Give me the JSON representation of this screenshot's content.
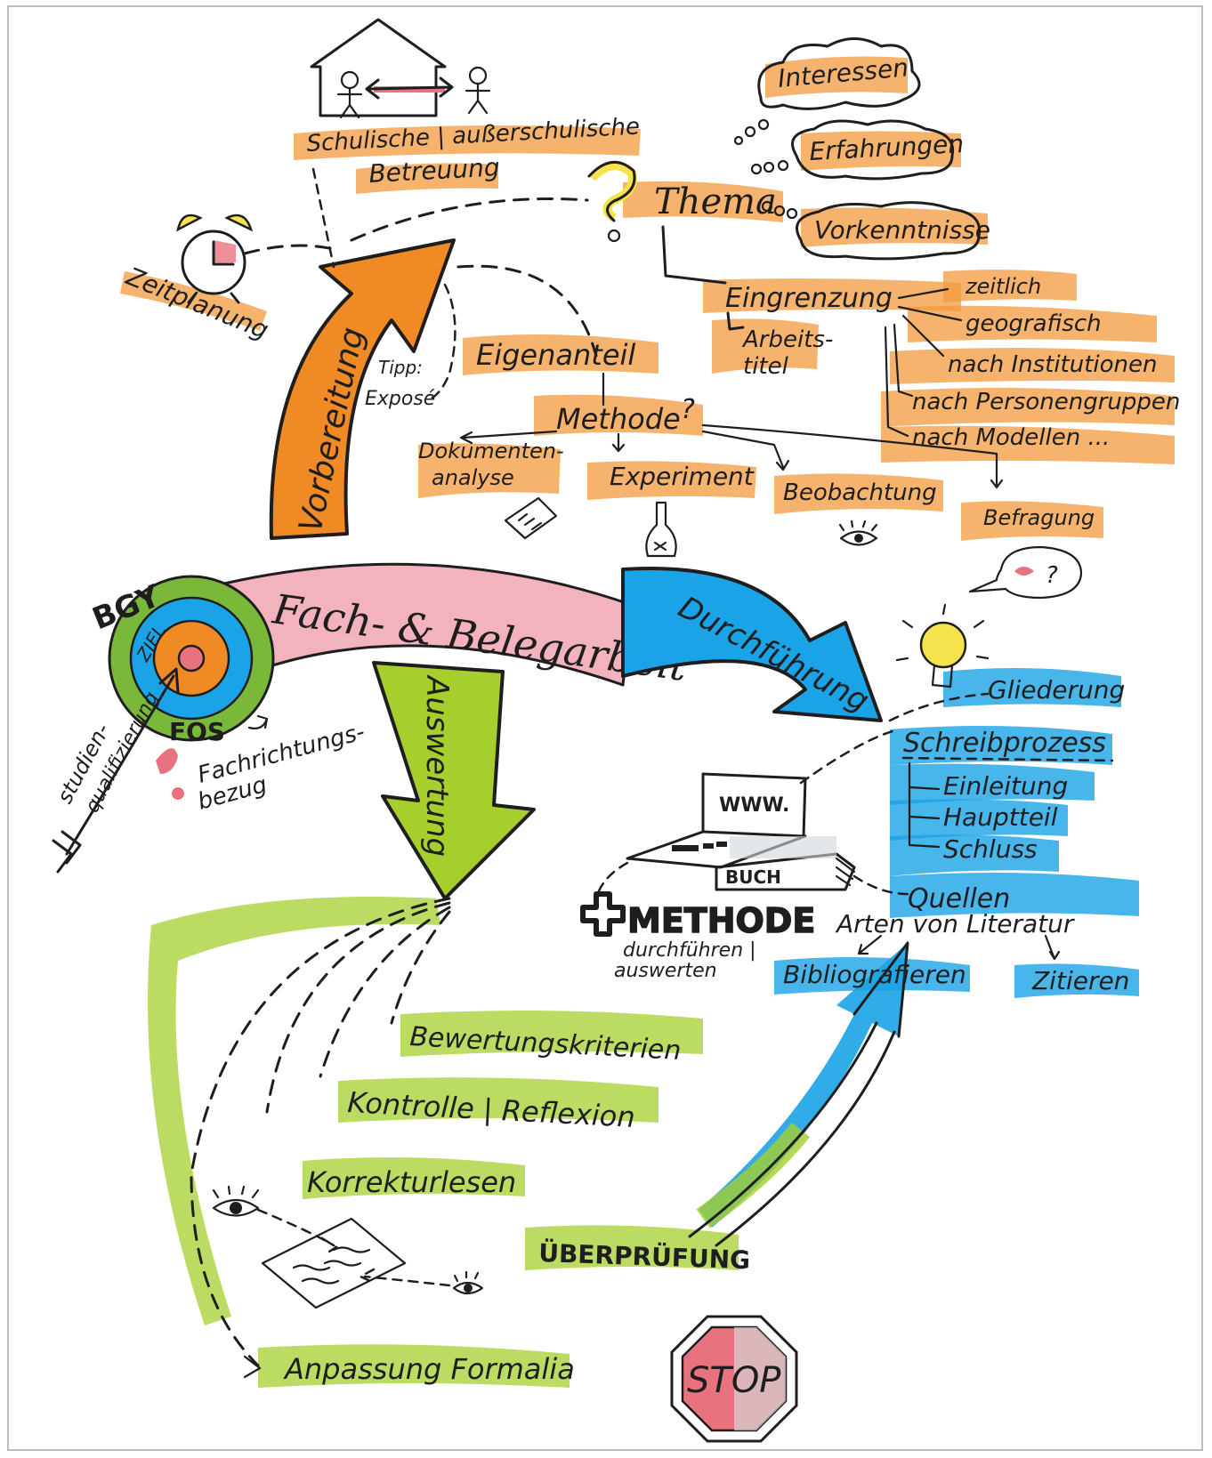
{
  "colors": {
    "orange": "#f08a24",
    "blue": "#1aa3e6",
    "green": "#a6cf2e",
    "red": "#e9727f",
    "ink": "#1e1e1e",
    "yellow": "#f6e24a"
  },
  "icons": [
    "house-icon",
    "person-icon",
    "alarm-clock-icon",
    "question-mark-icon",
    "thought-cloud-icon",
    "document-icon",
    "flask-icon",
    "eye-icon",
    "speech-bubble-icon",
    "light-bulb-icon",
    "laptop-icon",
    "book-icon",
    "plus-icon",
    "target-icon",
    "stop-sign-icon"
  ],
  "center": {
    "title": "Fach- & Belegarbeit"
  },
  "target": {
    "bgy": "BGY",
    "ziel": "ZIEL",
    "fos": "FOS",
    "fachrichtung_1": "Fachrichtungs-",
    "fachrichtung_2": "bezug",
    "studien_1": "studien-",
    "studien_2": "qualifizierung"
  },
  "phases": {
    "vorbereitung": "Vorbereitung",
    "durchfuehrung": "Durchführung",
    "auswertung": "Auswertung"
  },
  "betreuung": {
    "line1": "Schulische | außerschulische",
    "line2": "Betreuung"
  },
  "zeitplanung": "Zeitplanung",
  "tipp": {
    "line1": "Tipp:",
    "line2": "Exposé"
  },
  "thema": {
    "label": "Thema",
    "clouds": [
      "Interessen",
      "Erfahrungen",
      "Vorkenntnisse"
    ],
    "eingrenzung": "Eingrenzung",
    "arbeitstitel_1": "Arbeits-",
    "arbeitstitel_2": "titel",
    "limits": [
      "zeitlich",
      "geografisch",
      "nach Institutionen",
      "nach Personengruppen",
      "nach Modellen ..."
    ]
  },
  "eigenanteil": "Eigenanteil",
  "methode": {
    "label": "Methode",
    "dokumentenanalyse_1": "Dokumenten-",
    "dokumentenanalyse_2": "analyse",
    "experiment": "Experiment",
    "beobachtung": "Beobachtung",
    "befragung": "Befragung"
  },
  "schreiben": {
    "gliederung": "Gliederung",
    "schreibprozess": "Schreibprozess",
    "parts": [
      "Einleitung",
      "Hauptteil",
      "Schluss"
    ],
    "quellen": "Quellen",
    "arten": "Arten von Literatur",
    "bibliografieren": "Bibliografieren",
    "zitieren": "Zitieren",
    "www": "WWW.",
    "buch": "BUCH",
    "methode2": "METHODE",
    "durchfuehren_1": "durchführen |",
    "durchfuehren_2": "auswerten"
  },
  "auswertung_items": [
    "Bewertungskriterien",
    "Kontrolle | Reflexion",
    "Korrekturlesen",
    "Anpassung Formalia"
  ],
  "ueberpruefung": "ÜBERPRÜFUNG",
  "stop": "STOP"
}
